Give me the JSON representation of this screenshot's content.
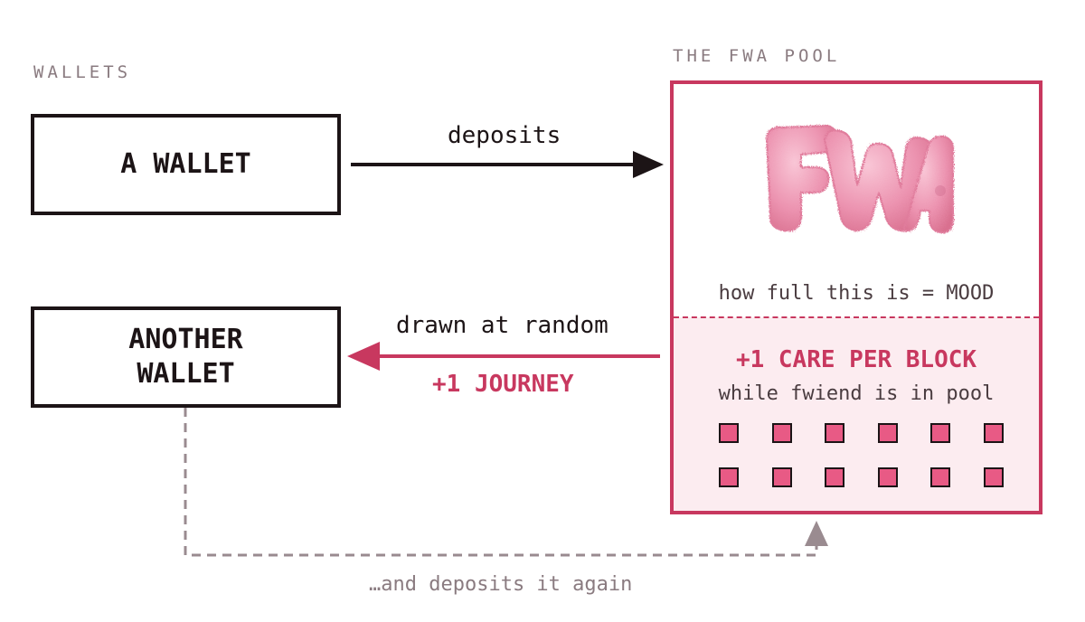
{
  "wallets_heading": "WALLETS",
  "pool_heading": "THE FWA POOL",
  "wallet_a": "A WALLET",
  "wallet_b": "ANOTHER\nWALLET",
  "deposits": "deposits",
  "drawn": "drawn at random",
  "journey": "+1 JOURNEY",
  "again": "…and deposits it again",
  "pool": {
    "logo_text": "FWA",
    "mood": "how full this is = MOOD",
    "care": "+1 CARE PER BLOCK",
    "while": "while fwiend is in pool",
    "square_count": 12
  },
  "colors": {
    "accent": "#c8385f",
    "ink": "#1c1416",
    "muted": "#8a7b80",
    "square_fill": "#e85a85",
    "pool_lower_bg": "#fcecf0",
    "logo_pink": "#f2a6c0"
  },
  "icons": {
    "deposit_arrow": "arrow-right-icon",
    "draw_arrow": "arrow-left-icon",
    "return_arrow": "arrow-up-icon"
  }
}
